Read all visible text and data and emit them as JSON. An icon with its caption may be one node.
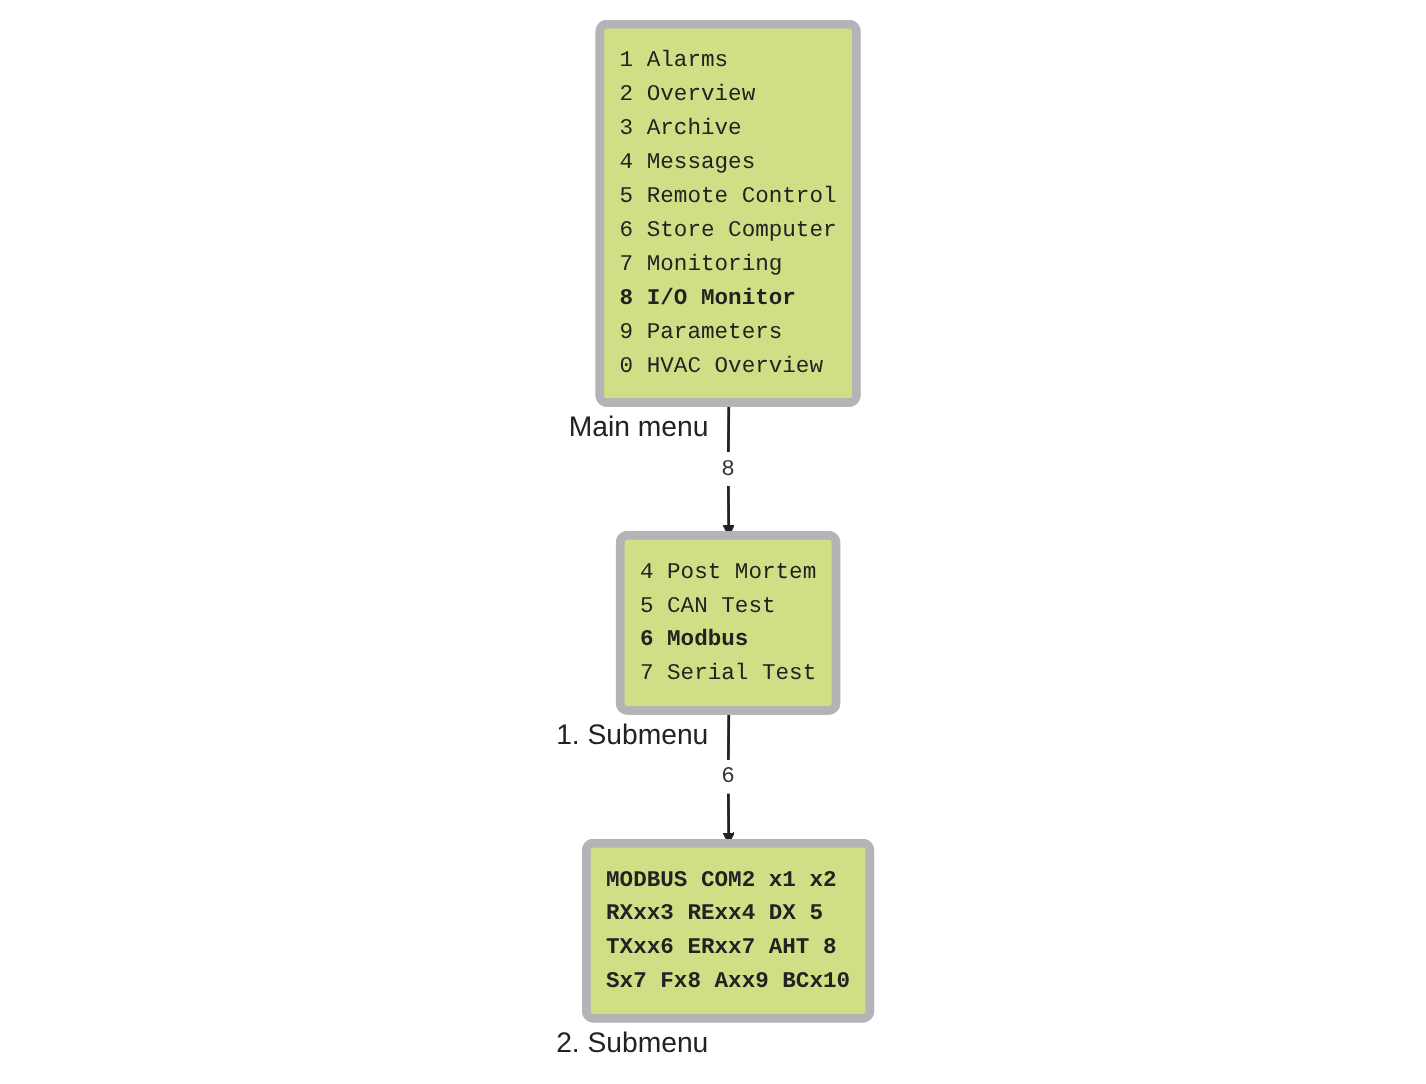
{
  "diagram": {
    "nodes": [
      {
        "text": [
          "1 Alarms",
          "2 Overview",
          "3 Archive",
          "4 Messages",
          "5 Remote Control",
          "6 Store Computer",
          "7 Monitoring",
          "8 I/O Monitor",
          "9 Parameters",
          "0 HVAC Overview"
        ],
        "beside": [
          "Main menu"
        ]
      },
      {
        "text": [
          "4 Post Mortem",
          "5 CAN Test",
          "6 Modbus",
          "7 Serial Test"
        ],
        "beside": [
          "1. Submenu"
        ]
      },
      {
        "text": [
          "MODBUS COM2 x1 x2",
          "RXxx3 RExx4 DX 5",
          "TXxx6 ERxx7 AHT 8",
          "Sx7 Fx8 Axx9 BCx10"
        ],
        "beside": [
          "2. Submenu"
        ]
      }
    ],
    "edges": [
      {
        "from": 0,
        "to": 1,
        "arrow": "to",
        "label": "8"
      },
      {
        "from": 1,
        "to": 2,
        "arrow": "to",
        "label": "6"
      }
    ]
  }
}
